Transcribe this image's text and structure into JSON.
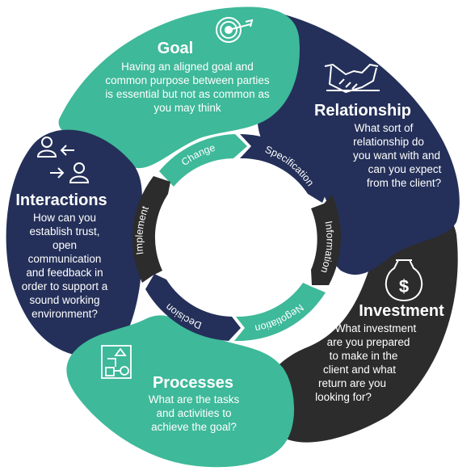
{
  "colors": {
    "teal": "#3eb99a",
    "navy": "#243059",
    "dark": "#2c2c2c",
    "white": "#ffffff"
  },
  "segments": {
    "goal": {
      "title": "Goal",
      "icon": "target-icon",
      "lines": [
        "Having an aligned goal and",
        "common purpose between parties",
        "is essential but not as common as",
        "you may think"
      ]
    },
    "relationship": {
      "title": "Relationship",
      "icon": "handshake-icon",
      "lines": [
        "What sort of",
        "relationship do",
        "you want with and",
        "can you expect",
        "from the client?"
      ]
    },
    "investment": {
      "title": "Investment",
      "icon": "money-bag-icon",
      "lines": [
        "What investment",
        "are you prepared",
        "to make in the",
        "client and what",
        "return are you",
        "looking for?"
      ]
    },
    "processes": {
      "title": "Processes",
      "icon": "flowchart-icon",
      "lines": [
        "What are the tasks",
        "and activities to",
        "achieve the goal?"
      ]
    },
    "interactions": {
      "title": "Interactions",
      "icon": "people-exchange-icon",
      "lines": [
        "How can you",
        "establish trust,",
        "open",
        "communication",
        "and feedback in",
        "order to support a",
        "sound working",
        "environment?"
      ]
    }
  },
  "inner_cycle": [
    "Change",
    "Specification",
    "Information",
    "Negotiation",
    "Decision",
    "Implement"
  ]
}
